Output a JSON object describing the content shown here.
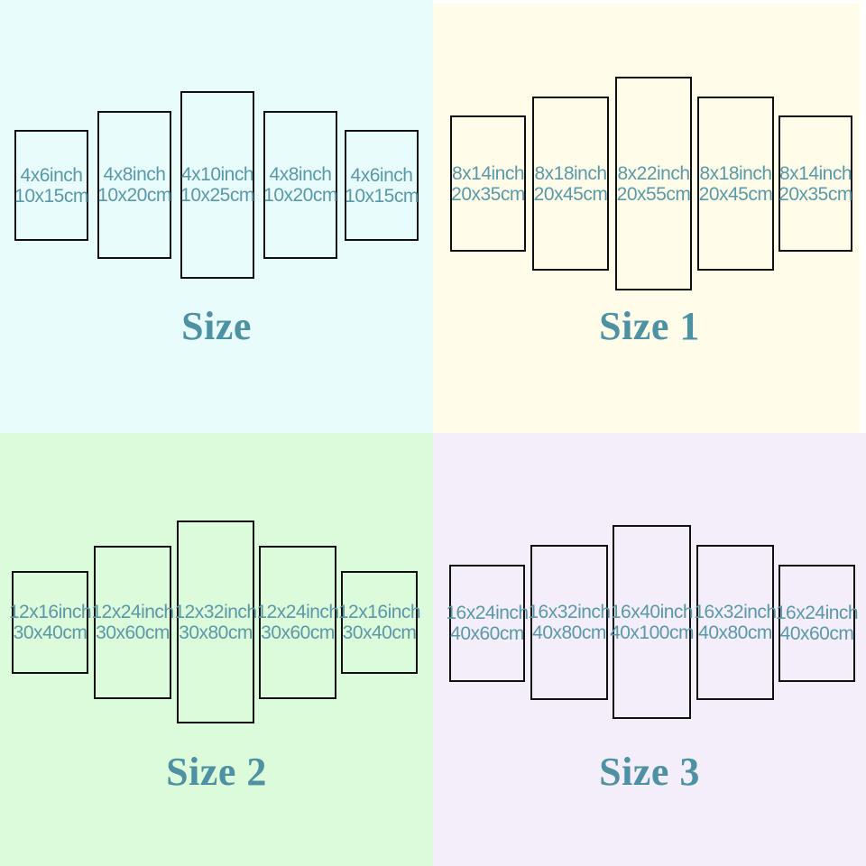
{
  "colors": {
    "page_background": "#ffffff",
    "label_text": "#5b98a8",
    "title_text": "#4d91a2",
    "panel_border": "#101010"
  },
  "quadrants": [
    {
      "title": "Size",
      "background": "#e8fcfb",
      "panels": [
        {
          "inch": "4x6inch",
          "cm": "10x15cm"
        },
        {
          "inch": "4x8inch",
          "cm": "10x20cm"
        },
        {
          "inch": "4x10inch",
          "cm": "10x25cm"
        },
        {
          "inch": "4x8inch",
          "cm": "10x20cm"
        },
        {
          "inch": "4x6inch",
          "cm": "10x15cm"
        }
      ]
    },
    {
      "title": "Size 1",
      "background": "#fffde9",
      "panels": [
        {
          "inch": "8x14inch",
          "cm": "20x35cm"
        },
        {
          "inch": "8x18inch",
          "cm": "20x45cm"
        },
        {
          "inch": "8x22inch",
          "cm": "20x55cm"
        },
        {
          "inch": "8x18inch",
          "cm": "20x45cm"
        },
        {
          "inch": "8x14inch",
          "cm": "20x35cm"
        }
      ]
    },
    {
      "title": "Size 2",
      "background": "#dcfbda",
      "panels": [
        {
          "inch": "12x16inch",
          "cm": "30x40cm"
        },
        {
          "inch": "12x24inch",
          "cm": "30x60cm"
        },
        {
          "inch": "12x32inch",
          "cm": "30x80cm"
        },
        {
          "inch": "12x24inch",
          "cm": "30x60cm"
        },
        {
          "inch": "12x16inch",
          "cm": "30x40cm"
        }
      ]
    },
    {
      "title": "Size 3",
      "background": "#f3eef9",
      "panels": [
        {
          "inch": "16x24inch",
          "cm": "40x60cm"
        },
        {
          "inch": "16x32inch",
          "cm": "40x80cm"
        },
        {
          "inch": "16x40inch",
          "cm": "40x100cm"
        },
        {
          "inch": "16x32inch",
          "cm": "40x80cm"
        },
        {
          "inch": "16x24inch",
          "cm": "40x60cm"
        }
      ]
    }
  ]
}
